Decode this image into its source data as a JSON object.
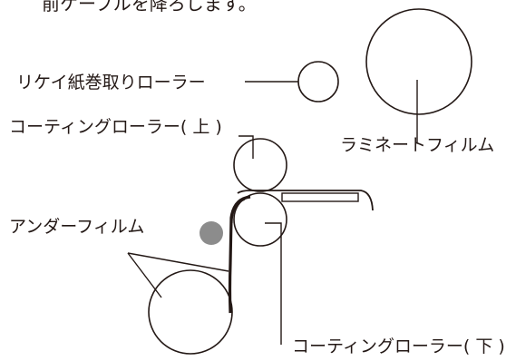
{
  "top_text": "前ケーブルを降ろします。",
  "labels": {
    "release_paper_roller": "リケイ紙巻取りローラー",
    "coating_roller_upper": "コーティングローラー( 上 )",
    "laminate_film": "ラミネートフィルム",
    "under_film": "アンダーフィルム",
    "coating_roller_lower": "コーティングローラー( 下 )"
  },
  "colors": {
    "line": "#231815",
    "film": "#231815",
    "gray_dot": "#8c8c8c"
  }
}
